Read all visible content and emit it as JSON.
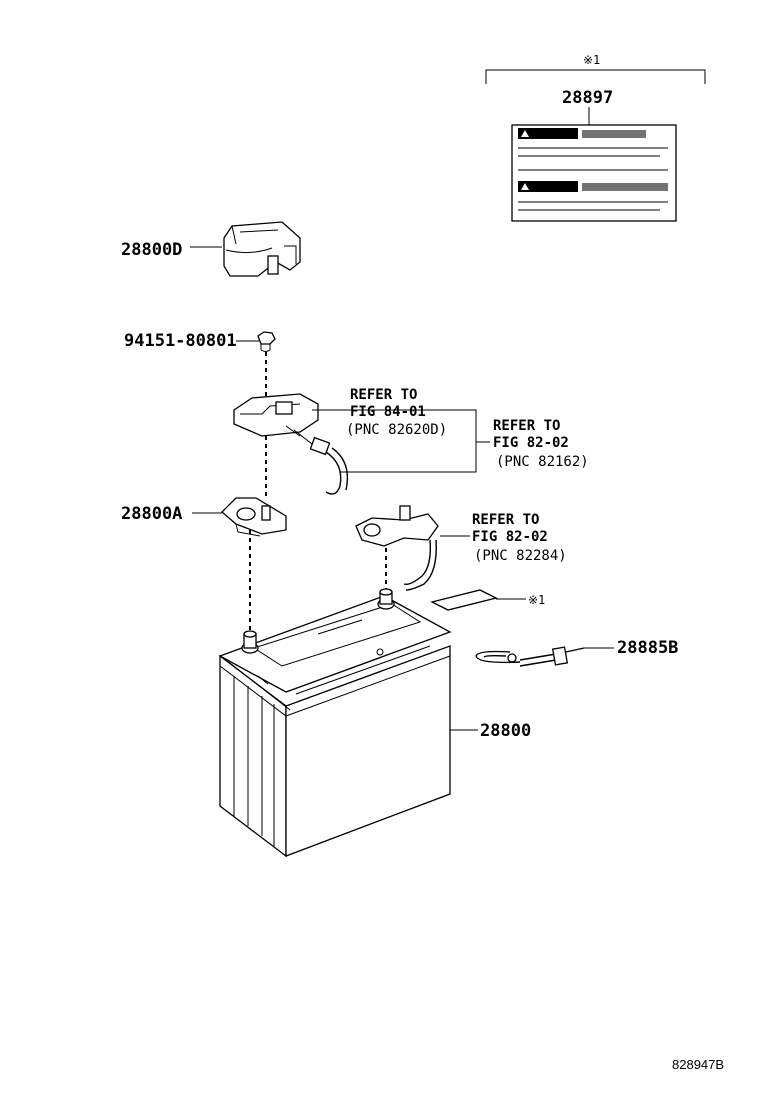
{
  "parts": {
    "label": "28897",
    "cover": "28800D",
    "nut": "94151-80801",
    "terminal": "28800A",
    "battery": "28800",
    "strap": "28885B"
  },
  "note": {
    "symbol": "※1"
  },
  "refs": {
    "ref1": {
      "line1": "REFER TO",
      "line2": "FIG 84-01",
      "line3": "(PNC 82620D)"
    },
    "ref2": {
      "line1": "REFER TO",
      "line2": "FIG 82-02",
      "line3": "(PNC 82162)"
    },
    "ref3": {
      "line1": "REFER TO",
      "line2": "FIG 82-02",
      "line3": "(PNC 82284)"
    }
  },
  "diagram_code": "828947B"
}
